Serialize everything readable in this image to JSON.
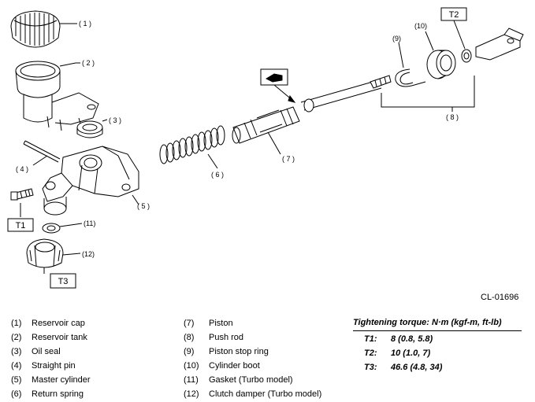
{
  "callouts": {
    "c1": "( 1 )",
    "c2": "( 2 )",
    "c3": "( 3 )",
    "c4": "( 4 )",
    "c5": "( 5 )",
    "c6": "( 6 )",
    "c7": "( 7 )",
    "c8": "( 8 )",
    "c9": "(9)",
    "c10": "(10)",
    "c11": "(11)",
    "c12": "(12)"
  },
  "torque_boxes": {
    "t1": "T1",
    "t2": "T2",
    "t3": "T3"
  },
  "figure_code": "CL-01696",
  "legend_left": [
    {
      "num": "(1)",
      "name": "Reservoir cap"
    },
    {
      "num": "(2)",
      "name": "Reservoir tank"
    },
    {
      "num": "(3)",
      "name": "Oil seal"
    },
    {
      "num": "(4)",
      "name": "Straight pin"
    },
    {
      "num": "(5)",
      "name": "Master cylinder"
    },
    {
      "num": "(6)",
      "name": "Return spring"
    }
  ],
  "legend_right": [
    {
      "num": "(7)",
      "name": "Piston"
    },
    {
      "num": "(8)",
      "name": "Push rod"
    },
    {
      "num": "(9)",
      "name": "Piston stop ring"
    },
    {
      "num": "(10)",
      "name": "Cylinder boot"
    },
    {
      "num": "(11)",
      "name": "Gasket (Turbo model)"
    },
    {
      "num": "(12)",
      "name": "Clutch damper (Turbo model)"
    }
  ],
  "torque": {
    "title": "Tightening torque: N·m (kgf-m, ft-lb)",
    "rows": [
      {
        "label": "T1:",
        "value": "8 (0.8, 5.8)"
      },
      {
        "label": "T2:",
        "value": "10 (1.0, 7)"
      },
      {
        "label": "T3:",
        "value": "46.6 (4.8, 34)"
      }
    ]
  },
  "icons": {
    "grease": "grease-hand-icon"
  }
}
